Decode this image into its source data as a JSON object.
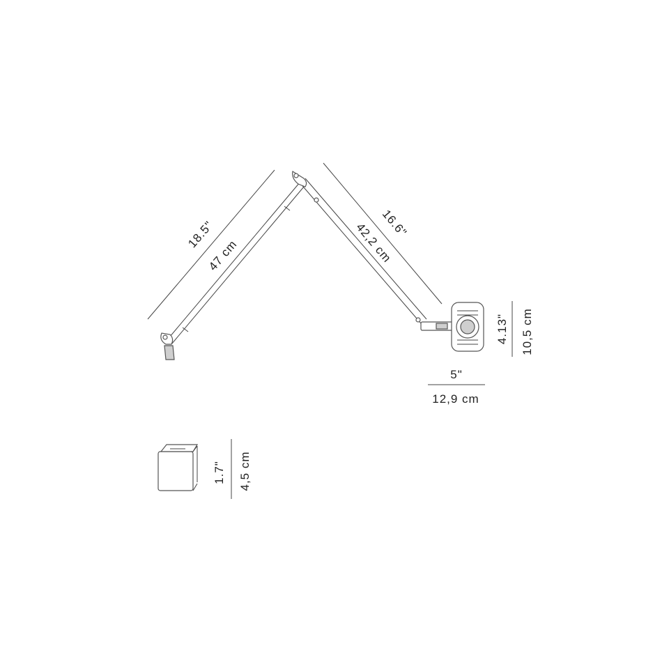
{
  "dimensions": {
    "arm1_in": "18.5\"",
    "arm1_cm": "47 cm",
    "arm2_in": "16.6\"",
    "arm2_cm": "42,2 cm",
    "head_width_in": "5\"",
    "head_width_cm": "12,9 cm",
    "head_height_in": "4.13\"",
    "head_height_cm": "10,5 cm",
    "base_height_in": "1.7\"",
    "base_height_cm": "4,5 cm"
  },
  "colors": {
    "line": "#444444",
    "text": "#222222",
    "part_fill": "#cfcfcf"
  }
}
